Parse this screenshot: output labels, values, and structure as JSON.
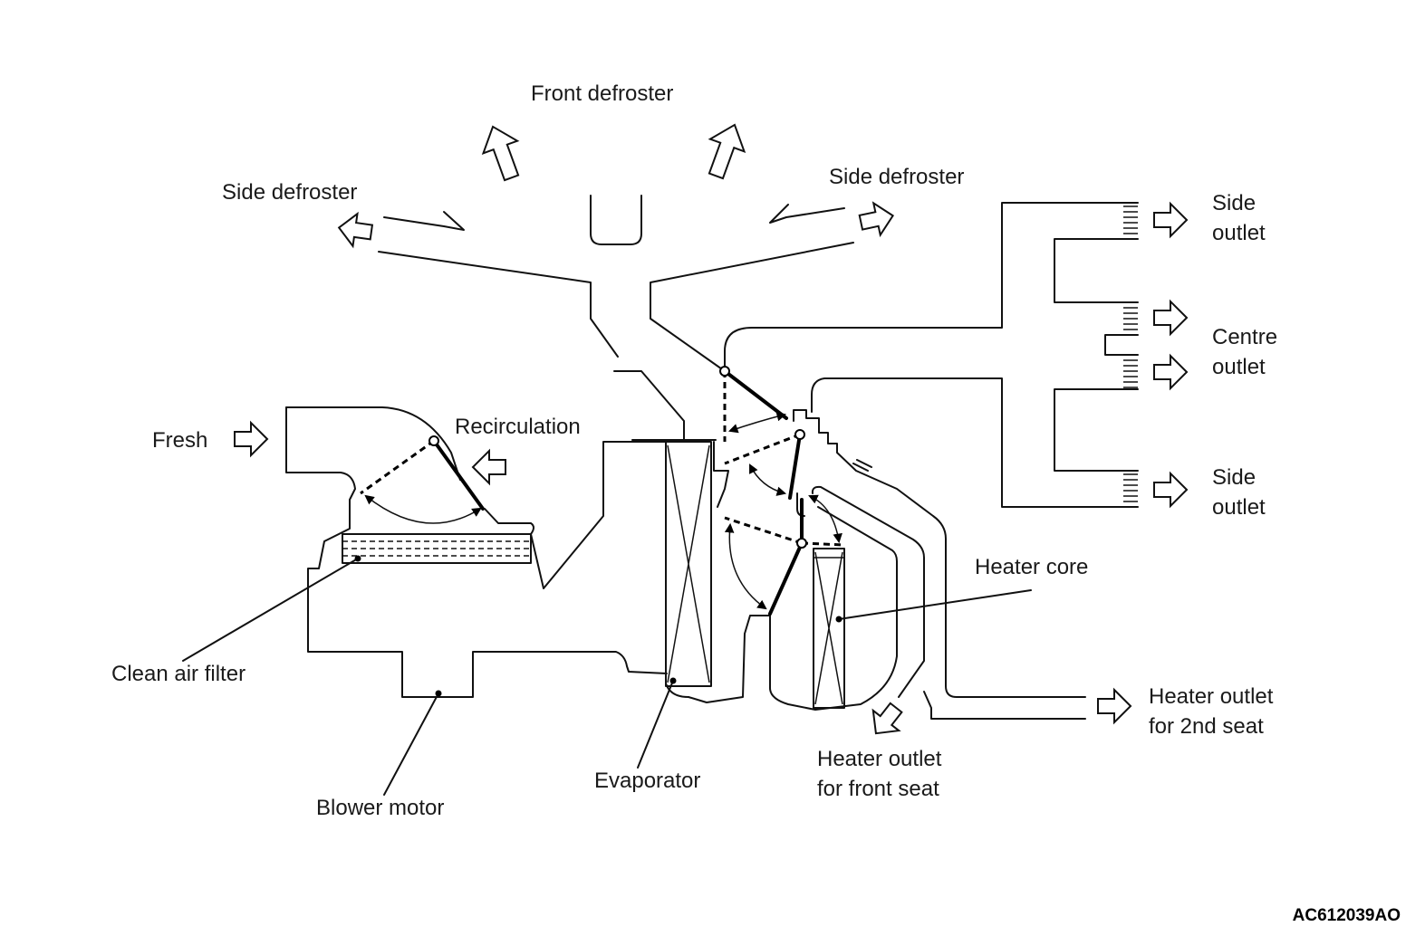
{
  "labels": {
    "front_defroster": "Front defroster",
    "side_defroster_left": "Side defroster",
    "side_defroster_right": "Side defroster",
    "side_outlet_top_1": "Side",
    "side_outlet_top_2": "outlet",
    "centre_outlet_1": "Centre",
    "centre_outlet_2": "outlet",
    "side_outlet_bottom_1": "Side",
    "side_outlet_bottom_2": "outlet",
    "fresh": "Fresh",
    "recirculation": "Recirculation",
    "heater_core": "Heater core",
    "clean_air_filter": "Clean air filter",
    "heater_outlet_2nd_1": "Heater outlet",
    "heater_outlet_2nd_2": "for 2nd seat",
    "heater_outlet_front_1": "Heater outlet",
    "heater_outlet_front_2": "for front seat",
    "evaporator": "Evaporator",
    "blower_motor": "Blower motor"
  },
  "figure_code": "AC612039AO",
  "colors": {
    "line": "#111111",
    "background": "#ffffff"
  }
}
